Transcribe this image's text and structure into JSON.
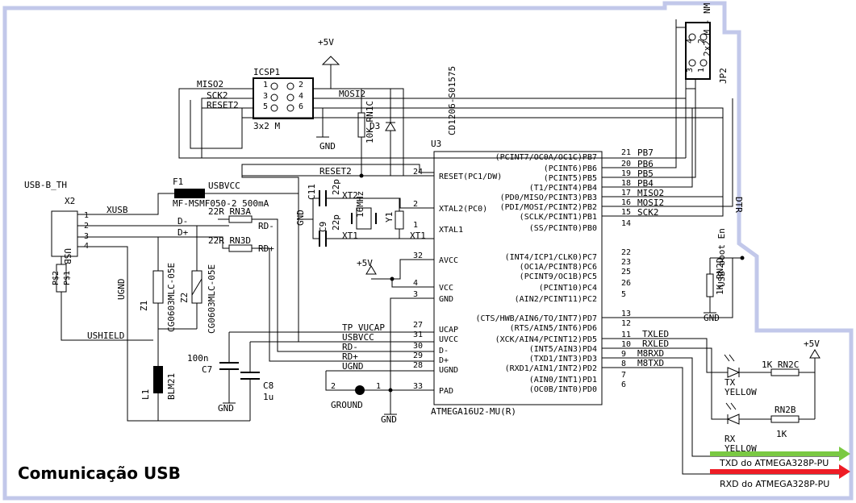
{
  "title": "Comunicação USB",
  "colors": {
    "frame": "#c2c8ea",
    "green_arrow": "#7ac943",
    "red_arrow": "#ee1c25",
    "green_text": "#7ac943",
    "red_text": "#ee1c25"
  },
  "arrows": {
    "txd": "TXD do ATMEGA328P-PU",
    "rxd": "RXD do ATMEGA328P-PU"
  },
  "usb": {
    "connector": "USB-B_TH",
    "ref": "X2",
    "body": "USB",
    "pin_labels": [
      "P$1",
      "P$2"
    ],
    "pins": [
      "1",
      "2",
      "3",
      "4"
    ]
  },
  "fuse": {
    "ref": "F1",
    "part": "MF-MSMF050-2 500mA",
    "net": "USBVCC"
  },
  "icsp": {
    "ref": "ICSP1",
    "size": "3x2 M",
    "left": [
      "MISO2",
      "SCK2",
      "RESET2"
    ],
    "pins": [
      "1",
      "2",
      "3",
      "4",
      "5",
      "6"
    ],
    "gnd": "GND"
  },
  "jp2": {
    "ref": "JP2",
    "size": "2x2 M - NM",
    "pins": [
      "1",
      "2",
      "3",
      "4"
    ]
  },
  "u3": {
    "ref": "U3",
    "part": "ATMEGA16U2-MU(R)",
    "left": [
      {
        "pin": "24",
        "name": "RESET(PC1/DW)"
      },
      {
        "pin": "2",
        "name": "XTAL2(PC0)"
      },
      {
        "pin": "1",
        "name": "XTAL1"
      },
      {
        "pin": "32",
        "name": "AVCC"
      },
      {
        "pin": "4",
        "name": "VCC"
      },
      {
        "pin": "3",
        "name": "GND"
      },
      {
        "pin": "27",
        "name": "UCAP"
      },
      {
        "pin": "31",
        "name": "UVCC"
      },
      {
        "pin": "30",
        "name": "D-"
      },
      {
        "pin": "29",
        "name": "D+"
      },
      {
        "pin": "28",
        "name": "UGND"
      },
      {
        "pin": "33",
        "name": "PAD"
      }
    ],
    "right": [
      {
        "pin": "21",
        "name": "(PCINT7/OC0A/OC1C)PB7",
        "net": "PB7"
      },
      {
        "pin": "20",
        "name": "(PCINT6)PB6",
        "net": "PB6"
      },
      {
        "pin": "19",
        "name": "(PCINT5)PB5",
        "net": "PB5"
      },
      {
        "pin": "18",
        "name": "(T1/PCINT4)PB4",
        "net": "PB4"
      },
      {
        "pin": "17",
        "name": "(PD0/MISO/PCINT3)PB3",
        "net": "MISO2"
      },
      {
        "pin": "16",
        "name": "(PDI/MOSI/PCINT2)PB2",
        "net": "MOSI2"
      },
      {
        "pin": "15",
        "name": "(SCLK/PCINT1)PB1",
        "net": "SCK2"
      },
      {
        "pin": "14",
        "name": "(SS/PCINT0)PB0",
        "net": ""
      },
      {
        "pin": "22",
        "name": "(INT4/ICP1/CLK0)PC7",
        "net": ""
      },
      {
        "pin": "23",
        "name": "(OC1A/PCINT8)PC6",
        "net": ""
      },
      {
        "pin": "25",
        "name": "(PCINT9/OC1B)PC5",
        "net": ""
      },
      {
        "pin": "26",
        "name": "(PCINT10)PC4",
        "net": ""
      },
      {
        "pin": "5",
        "name": "(AIN2/PCINT11)PC2",
        "net": ""
      },
      {
        "pin": "13",
        "name": "(CTS/HWB/AIN6/TO/INT7)PD7",
        "net": ""
      },
      {
        "pin": "12",
        "name": "(RTS/AIN5/INT6)PD6",
        "net": ""
      },
      {
        "pin": "11",
        "name": "(XCK/AIN4/PCINT12)PD5",
        "net": "TXLED"
      },
      {
        "pin": "10",
        "name": "(INT5/AIN3)PD4",
        "net": "RXLED"
      },
      {
        "pin": "9",
        "name": "(TXD1/INT3)PD3",
        "net": "M8RXD"
      },
      {
        "pin": "8",
        "name": "(RXD1/AIN1/INT2)PD2",
        "net": "M8TXD"
      },
      {
        "pin": "7",
        "name": "(AIN0/INT1)PD1",
        "net": ""
      },
      {
        "pin": "6",
        "name": "(OC0B/INT0)PD0",
        "net": ""
      }
    ]
  },
  "labels": {
    "xusb": "XUSB",
    "usbvcc": "USBVCC",
    "dminus": "D-",
    "dplus": "D+",
    "rdminus": "RD-",
    "rdplus": "RD+",
    "reset2": "RESET2",
    "mosi2": "MOSI2",
    "ugnd": "UGND",
    "ushield": "USHIELD",
    "tp_vucap": "TP_VUCAP",
    "usbvcc2": "USBVCC",
    "rdm2": "RD-",
    "rdp2": "RD+",
    "ugnd2": "UGND",
    "xt1": "XT1",
    "xt2": "XT2",
    "tx": "TX",
    "yellow_tx": "YELLOW",
    "rx": "RX",
    "yellow_rx": "YELLOW",
    "usb_boot_en": "USB boot En",
    "gnd_a": "GND",
    "gnd_b": "GND",
    "gnd_c": "GND",
    "gnd_d": "GND",
    "gnd_e": "GND",
    "ground": "GROUND",
    "vcc5_a": "+5V",
    "vcc5_b": "+5V",
    "vcc5_c": "+5V",
    "dtr": "DTR"
  },
  "parts": {
    "rn3a": "22R RN3A",
    "rn3d": "22R RN3D",
    "rn1c": "10K RN1C",
    "d3": "D3",
    "cd": "CD1206-S01575",
    "c11": "C11",
    "c11v": "22p",
    "c9": "C9",
    "c9v": "22p",
    "y1": "Y1",
    "y1v": "16MHz",
    "z1": "Z1",
    "z2": "Z2",
    "cg1": "CG0603MLC-05E",
    "cg2": "CG0603MLC-05E",
    "l1": "L1",
    "blm": "BLM21",
    "c7": "C7",
    "c7v": "100n",
    "c8": "C8",
    "c8v": "1u",
    "rn2c": "1K RN2C",
    "rn2b": "RN2B",
    "rn2bv": "1K",
    "rn2d": "1K RN2D",
    "pin_gnd2": "2",
    "pin_gnd1": "1"
  }
}
